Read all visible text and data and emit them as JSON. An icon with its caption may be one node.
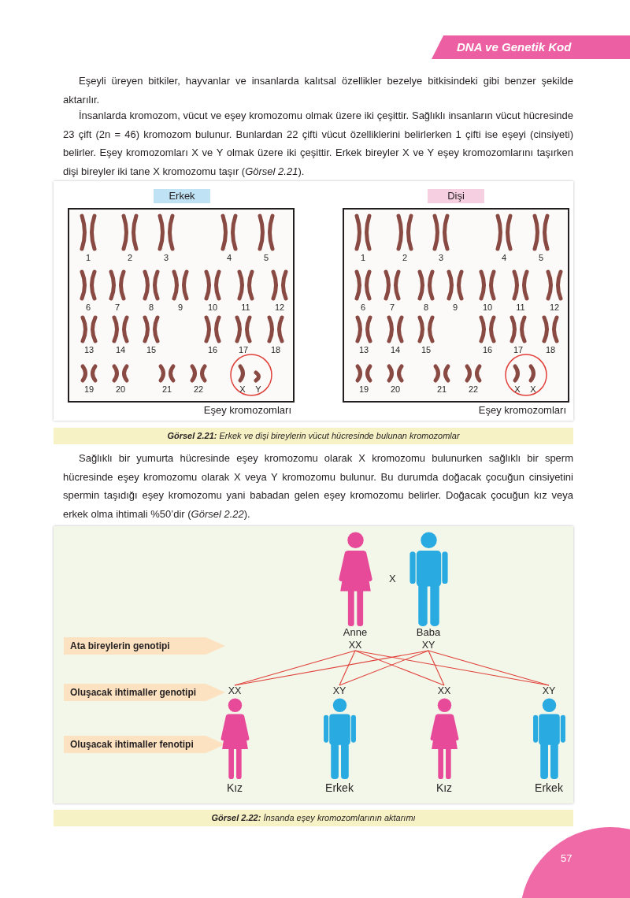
{
  "diagram": {
    "nodes": [
      {
        "text": [
          "Erkek"
        ]
      },
      {
        "text": [
          "Dişi"
        ]
      },
      {
        "text": [],
        "shape": "picture",
        "beside": [
          "Eşey kromozomları"
        ]
      },
      {
        "text": [],
        "shape": "picture",
        "beside": [
          "Eşey kromozomları"
        ]
      },
      {
        "text": [],
        "shape": "person",
        "beside": [
          "Anne"
        ]
      },
      {
        "text": [],
        "shape": "person",
        "beside": [
          "Baba"
        ]
      },
      {
        "text": [
          "Ata bireylerin genotipi"
        ]
      },
      {
        "text": [
          "XX"
        ]
      },
      {
        "text": [
          "XY"
        ]
      },
      {
        "text": [
          "Oluşacak ihtimaller genotipi"
        ]
      },
      {
        "text": [
          "XX"
        ]
      },
      {
        "text": [
          "XY"
        ]
      },
      {
        "text": [
          "XX"
        ]
      },
      {
        "text": [
          "XY"
        ]
      },
      {
        "text": [
          "Oluşacak ihtimaller fenotipi"
        ]
      },
      {
        "text": [],
        "shape": "person",
        "beside": [
          "Kız"
        ]
      },
      {
        "text": [],
        "shape": "person",
        "beside": [
          "Erkek"
        ]
      },
      {
        "text": [],
        "shape": "person",
        "beside": [
          "Kız"
        ]
      },
      {
        "text": [],
        "shape": "person",
        "beside": [
          "Erkek"
        ]
      }
    ],
    "edges": [
      {
        "from": 7,
        "to": 10,
        "arrow": "none"
      },
      {
        "from": 7,
        "to": 11,
        "arrow": "none"
      },
      {
        "from": 7,
        "to": 12,
        "arrow": "none"
      },
      {
        "from": 7,
        "to": 13,
        "arrow": "none"
      },
      {
        "from": 8,
        "to": 10,
        "arrow": "none"
      },
      {
        "from": 8,
        "to": 11,
        "arrow": "none"
      },
      {
        "from": 8,
        "to": 12,
        "arrow": "none"
      },
      {
        "from": 8,
        "to": 13,
        "arrow": "none"
      }
    ],
    "labels": [
      "DNA ve Genetik Kod",
      "Eşeyli üreyen bitkiler, hayvanlar ve insanlarda kalıtsal özellikler bezelye bitkisindeki gibi benzer şekilde aktarılır.",
      "İnsanlarda kromozom, vücut ve eşey kromozomu olmak üzere iki çeşittir. Sağlıklı insanların vücut hücresinde 23 çift (2n = 46) kromozom bulunur. Bunlardan 22 çifti vücut özelliklerini belirlerken 1 çifti ise eşeyi (cinsiyeti) belirler. Eşey kromozomları X ve Y olmak üzere iki çeşittir. Erkek bireyler X ve Y eşey kromozomlarını taşırken dişi bireyler iki tane X kromozomu taşır (*Görsel 2.21*).",
      "1",
      "2",
      "3",
      "4",
      "5",
      "6",
      "7",
      "8",
      "9",
      "10",
      "11",
      "12",
      "13",
      "14",
      "15",
      "16",
      "17",
      "18",
      "19",
      "20",
      "21",
      "22",
      "X",
      "Y",
      "1",
      "2",
      "3",
      "4",
      "5",
      "6",
      "7",
      "8",
      "9",
      "10",
      "11",
      "12",
      "13",
      "14",
      "15",
      "16",
      "17",
      "18",
      "19",
      "20",
      "21",
      "22",
      "X",
      "X",
      "**Görsel 2.21:** Erkek ve dişi bireylerin vücut hücresinde bulunan kromozomlar",
      "Sağlıklı bir yumurta hücresinde eşey kromozomu olarak X kromozomu bulunurken sağlıklı bir sperm hücresinde eşey kromozomu olarak X veya Y kromozomu bulunur. Bu durumda doğacak çocuğun cinsiyetini spermin taşıdığı eşey kromozomu yani babadan gelen eşey kromozomu belirler. Doğacak çocuğun kız veya erkek olma ihtimali %50’dir (*Görsel 2.22*).",
      "X",
      "**Görsel 2.22:** İnsanda eşey kromozomlarının aktarımı",
      "57"
    ]
  }
}
